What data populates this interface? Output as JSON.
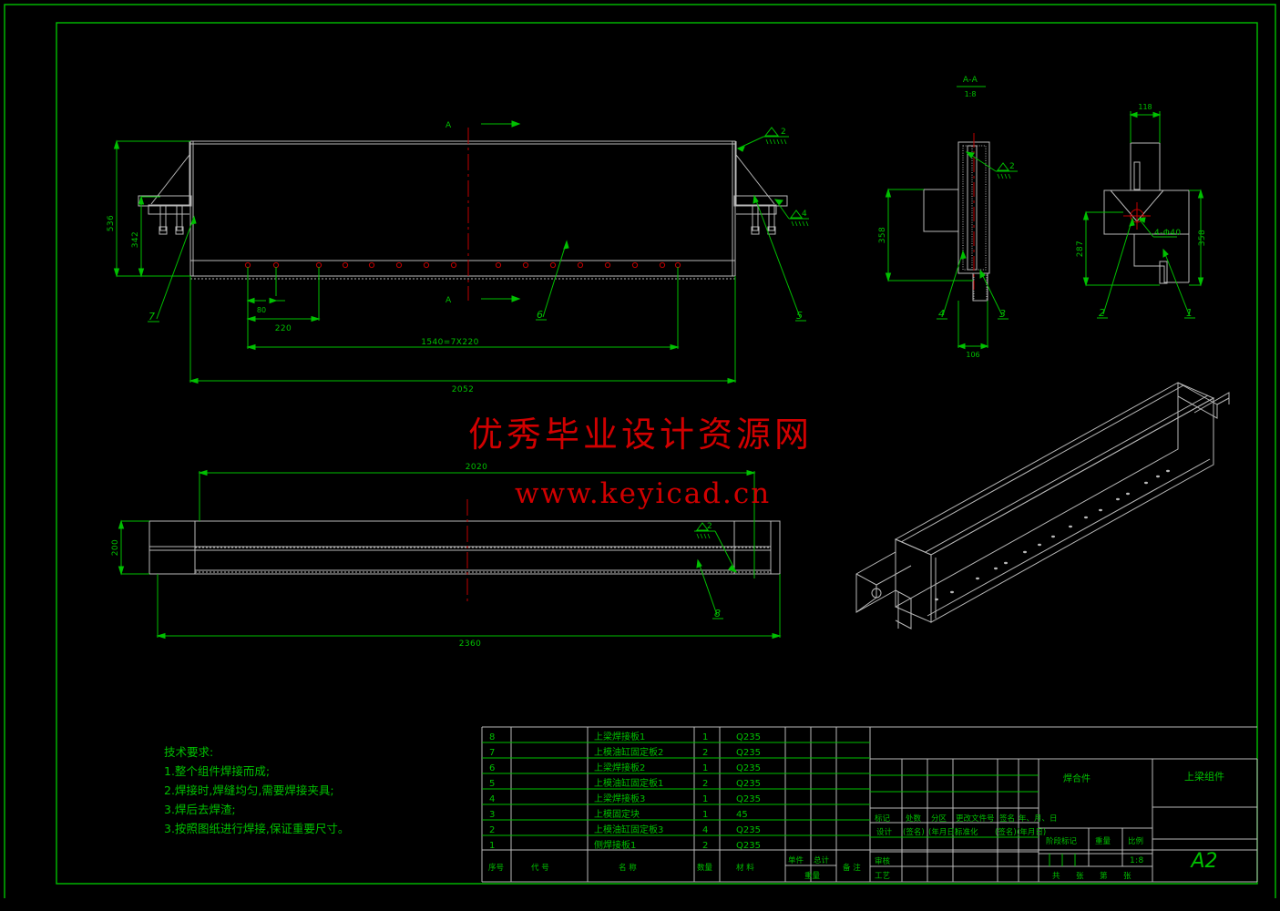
{
  "drawing": {
    "title_cn": "上梁组件",
    "format": "A2",
    "scale": "1:8",
    "weld_type_cn": "焊合件",
    "section_label": "A-A",
    "section_scale": "1:8",
    "section_marks": {
      "top": "A",
      "bottom": "A"
    }
  },
  "watermark": {
    "line1": "优秀毕业设计资源网",
    "line2": "www.keyicad.cn",
    "color": "#d00000"
  },
  "tech_notes": {
    "heading": "技术要求:",
    "lines": [
      "1.整个组件焊接而成;",
      "2.焊接时,焊缝均匀,需要焊接夹具;",
      "3.焊后去焊渣;",
      "3.按照图纸进行焊接,保证重要尺寸。"
    ]
  },
  "dimensions": {
    "front_view": [
      "536",
      "342",
      "80",
      "220",
      "1540=7X220",
      "2052"
    ],
    "plan_view": [
      "2020",
      "200",
      "2360"
    ],
    "section_aa": [
      "358",
      "106"
    ],
    "side_view": [
      "118",
      "287",
      "358",
      "4-Φ40"
    ]
  },
  "balloons": [
    "1",
    "2",
    "3",
    "4",
    "5",
    "6",
    "7",
    "8"
  ],
  "weld_symbols": [
    "2",
    "4"
  ],
  "parts_table": {
    "headers": {
      "no": "序号",
      "code": "代 号",
      "name": "名 称",
      "qty": "数量",
      "material": "材 料",
      "weight_group": "重量",
      "weight_single": "单件",
      "weight_total": "总计",
      "remark": "备 注"
    },
    "rows": [
      {
        "no": "8",
        "code": "",
        "name": "上梁焊接板1",
        "qty": "1",
        "material": "Q235",
        "single": "",
        "total": "",
        "remark": ""
      },
      {
        "no": "7",
        "code": "",
        "name": "上模油缸固定板2",
        "qty": "2",
        "material": "Q235",
        "single": "",
        "total": "",
        "remark": ""
      },
      {
        "no": "6",
        "code": "",
        "name": "上梁焊接板2",
        "qty": "1",
        "material": "Q235",
        "single": "",
        "total": "",
        "remark": ""
      },
      {
        "no": "5",
        "code": "",
        "name": "上模油缸固定板1",
        "qty": "2",
        "material": "Q235",
        "single": "",
        "total": "",
        "remark": ""
      },
      {
        "no": "4",
        "code": "",
        "name": "上梁焊接板3",
        "qty": "1",
        "material": "Q235",
        "single": "",
        "total": "",
        "remark": ""
      },
      {
        "no": "3",
        "code": "",
        "name": "上模固定块",
        "qty": "1",
        "material": "45",
        "single": "",
        "total": "",
        "remark": ""
      },
      {
        "no": "2",
        "code": "",
        "name": "上模油缸固定板3",
        "qty": "4",
        "material": "Q235",
        "single": "",
        "total": "",
        "remark": ""
      },
      {
        "no": "1",
        "code": "",
        "name": "侧焊接板1",
        "qty": "2",
        "material": "Q235",
        "single": "",
        "total": "",
        "remark": ""
      }
    ]
  },
  "title_block": {
    "rev_headers": [
      "标记",
      "处数",
      "分区",
      "更改文件号",
      "签名",
      "年、月、日"
    ],
    "design_row": [
      "设计",
      "(签名)",
      "(年月日)",
      "标准化",
      "(签名)",
      "(年月日)"
    ],
    "review_label": "审核",
    "process_label": "工艺",
    "stage_label": "阶段标记",
    "weight_label": "重量",
    "scale_label": "比例",
    "scale_value": "1:8",
    "sheet_label": "共 张 第 张",
    "sheet_chars": [
      "共",
      "张",
      "第",
      "张"
    ],
    "weld_label": "焊合件",
    "product_title": "上梁组件",
    "format_label": "A2"
  }
}
